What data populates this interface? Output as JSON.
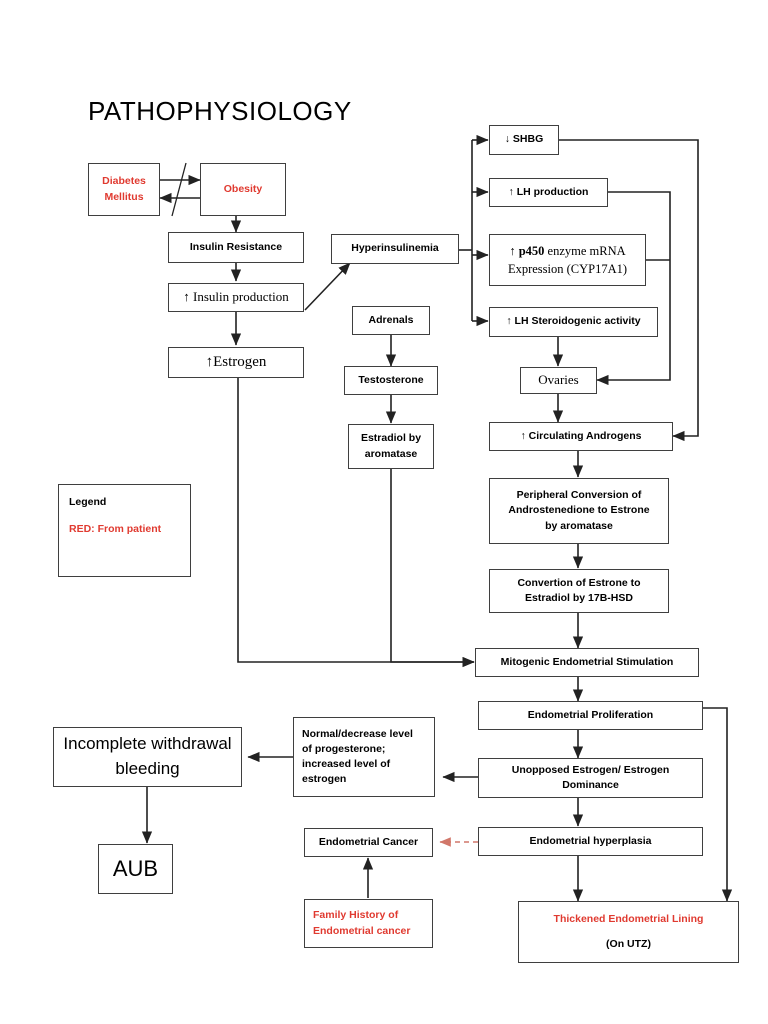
{
  "title": "PATHOPHYSIOLOGY",
  "colors": {
    "red": "#e03a30",
    "stroke": "#3f3f3f",
    "background": "#ffffff"
  },
  "legend": {
    "heading": "Legend",
    "red_note": "RED: From patient"
  },
  "nodes": {
    "diabetes_mellitus": {
      "line1": "Diabetes",
      "line2": "Mellitus"
    },
    "obesity": {
      "line1": "Obesity"
    },
    "insulin_resistance": {
      "line1": "Insulin Resistance"
    },
    "insulin_production": {
      "line1": "↑ Insulin production"
    },
    "estrogen": {
      "line1": "↑Estrogen"
    },
    "hyperinsulinemia": {
      "line1": "Hyperinsulinemia"
    },
    "adrenals": {
      "line1": "Adrenals"
    },
    "testosterone": {
      "line1": "Testosterone"
    },
    "estradiol_aromatase": {
      "line1": "Estradiol by",
      "line2": "aromatase"
    },
    "shbg": {
      "line1": "↓ SHBG"
    },
    "lh_production": {
      "line1": "↑ LH production"
    },
    "p450": {
      "line1a": "↑ ",
      "line1b": "p450",
      "line1c": " enzyme mRNA",
      "line2": "Expression (CYP17A1)"
    },
    "lh_steroidogenic": {
      "line1": "↑ LH Steroidogenic activity"
    },
    "ovaries": {
      "line1": "Ovaries"
    },
    "circulating_androgens": {
      "line1": "↑ Circulating Androgens"
    },
    "peripheral_conversion": {
      "line1": "Peripheral Conversion of",
      "line2": "Androstenedione to Estrone",
      "line3": "by aromatase"
    },
    "convertion_estrone": {
      "line1": "Convertion of Estrone to",
      "line2": "Estradiol by 17B-HSD"
    },
    "mitogenic_stimulation": {
      "line1": "Mitogenic Endometrial Stimulation"
    },
    "endometrial_proliferation": {
      "line1": "Endometrial Proliferation"
    },
    "unopposed_estrogen": {
      "line1": "Unopposed Estrogen/ Estrogen",
      "line2": "Dominance"
    },
    "endometrial_hyperplasia": {
      "line1": "Endometrial hyperplasia"
    },
    "progesterone_levels": {
      "line1": "Normal/decrease level",
      "line2": "of progesterone;",
      "line3": "increased level of",
      "line4": "estrogen"
    },
    "incomplete_withdrawal": {
      "line1": "Incomplete withdrawal",
      "line2": "bleeding"
    },
    "aub": {
      "line1": "AUB"
    },
    "endometrial_cancer": {
      "line1": "Endometrial Cancer"
    },
    "family_history": {
      "line1": "Family History of",
      "line2": "Endometrial cancer"
    },
    "thickened_lining": {
      "line1": "Thickened Endometrial Lining",
      "line2": "(On UTZ)"
    }
  }
}
